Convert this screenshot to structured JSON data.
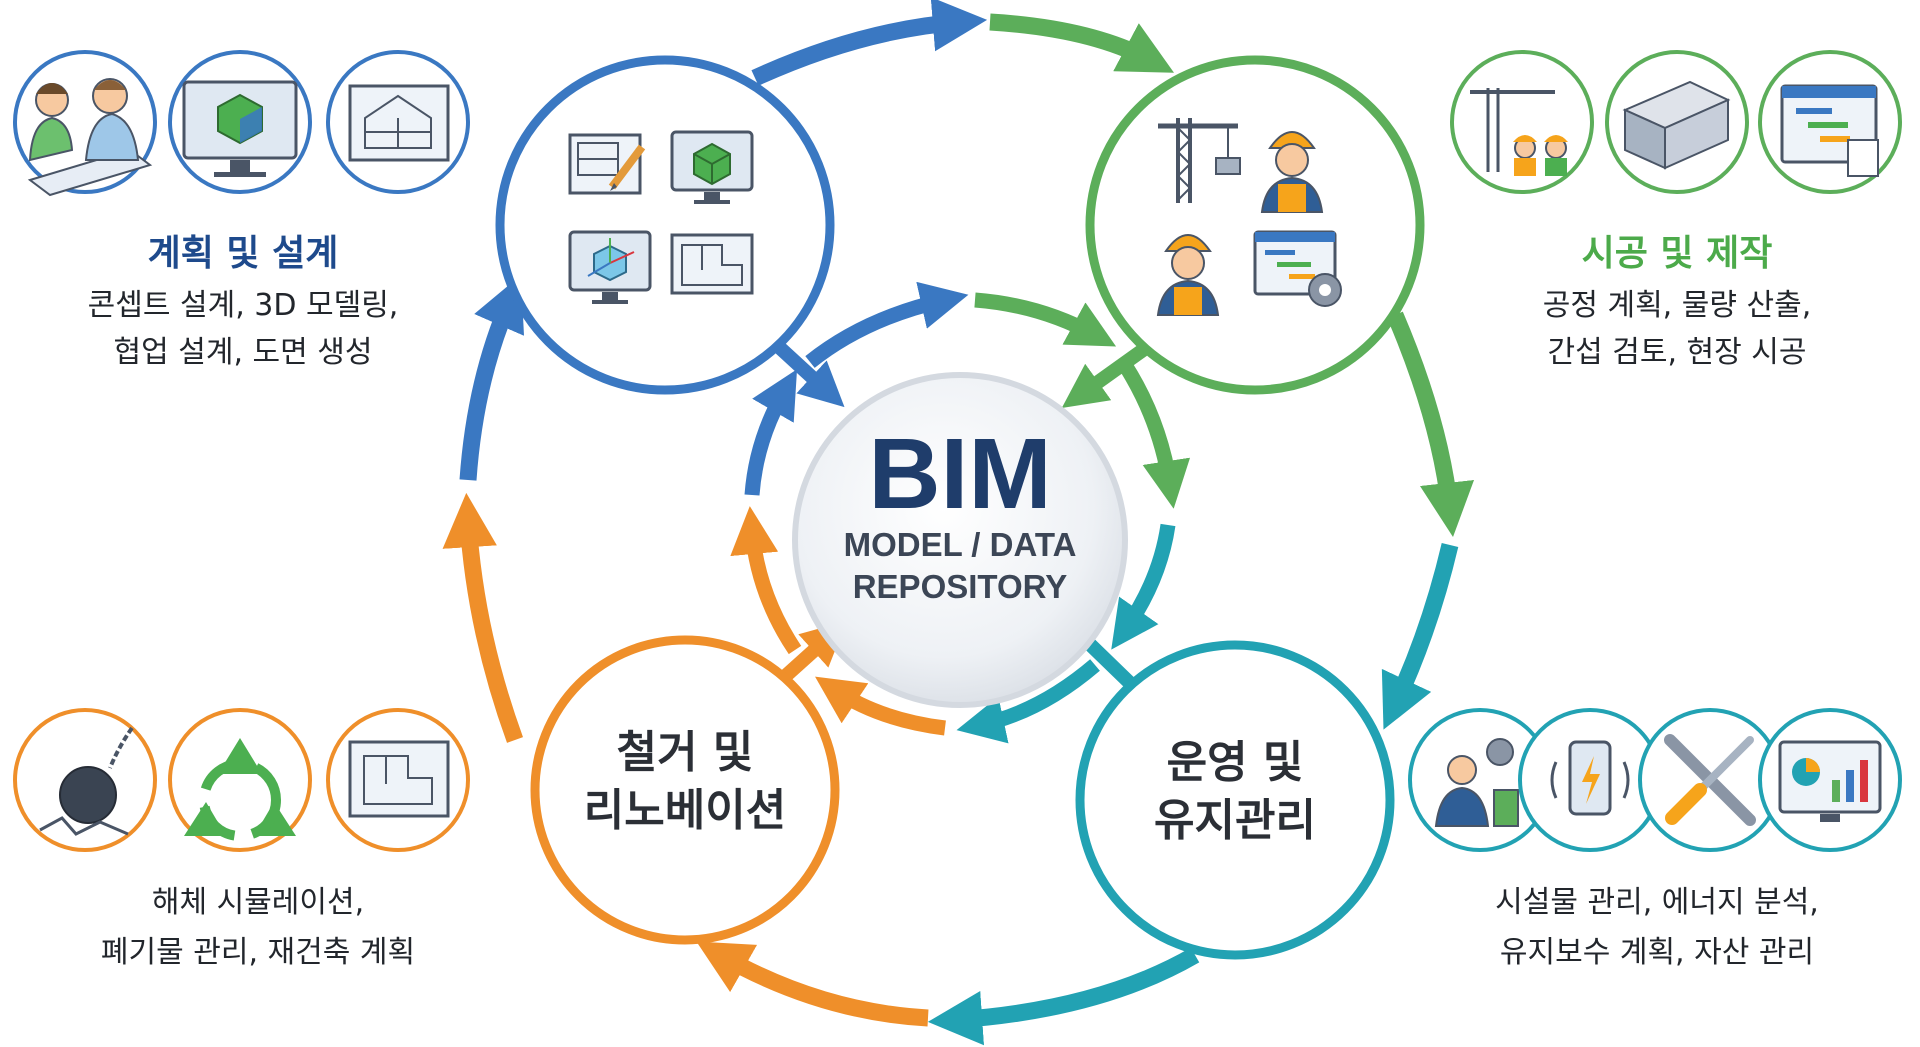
{
  "center": {
    "title": "BIM",
    "subtitle_line1": "MODEL / DATA",
    "subtitle_line2": "REPOSITORY"
  },
  "phases": {
    "planning": {
      "title": "계획 및 설계",
      "desc_line1": "콘셉트 설계, 3D 모델링,",
      "desc_line2": "협업 설계, 도면 생성",
      "color": "#3a78c2",
      "title_color": "#1e4a8c"
    },
    "construction": {
      "title": "시공 및 제작",
      "desc_line1": "공정 계획, 물량 산출,",
      "desc_line2": "간섭 검토, 현장 시공",
      "color": "#5cae5a",
      "title_color": "#4caa4a"
    },
    "operation": {
      "title_line1": "운영 및",
      "title_line2": "유지관리",
      "desc_line1": "시설물 관리, 에너지 분석,",
      "desc_line2": "유지보수 계획, 자산 관리",
      "color": "#22a2b3"
    },
    "demolition": {
      "title_line1": "철거 및",
      "title_line2": "리노베이션",
      "desc_line1": "해체 시뮬레이션,",
      "desc_line2": "폐기물 관리, 재건축 계획",
      "color": "#ef8f2a"
    }
  }
}
